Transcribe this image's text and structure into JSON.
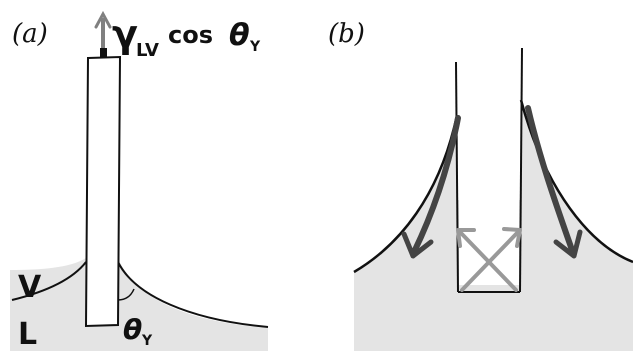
{
  "panel_a": {
    "label": "(a)",
    "force_symbol": "γ",
    "force_subscript": "LV",
    "force_function": "cos",
    "force_angle": "θ",
    "force_angle_sub": "Y",
    "vapor_label": "V",
    "liquid_label": "L",
    "contact_angle_symbol": "θ",
    "contact_angle_sub": "Y"
  },
  "panel_b": {
    "label": "(b)"
  },
  "colors": {
    "liquid": "#e4e4e4",
    "outline": "#111111",
    "arrow_dark": "#444444",
    "arrow_light": "#999999",
    "force_arrow": "#808080"
  }
}
